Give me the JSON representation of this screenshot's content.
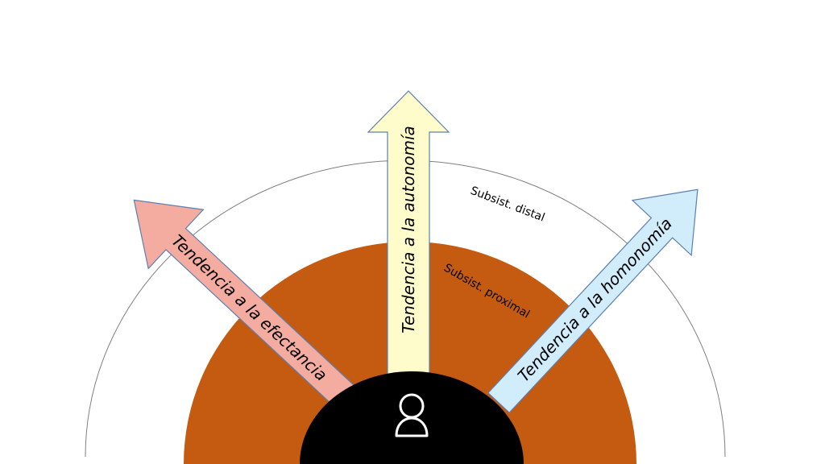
{
  "rings": {
    "distal": {
      "label": "Subsist. distal",
      "stroke": "#7f7f7f"
    },
    "proximal": {
      "label": "Subsist. proximal",
      "fill": "#c55a11"
    },
    "core": {
      "fill": "#000000"
    }
  },
  "arrows": {
    "left": {
      "label": "Tendencia a la efectancia",
      "fill": "#f4aba0",
      "stroke": "#5b7fb4"
    },
    "center": {
      "label": "Tendencia a la autonomía",
      "fill": "#fffccb",
      "stroke": "#5b7fb4"
    },
    "right": {
      "label": "Tendencia a la homonomía",
      "fill": "#d1ecfb",
      "stroke": "#5b7fb4"
    }
  },
  "person_icon": {
    "name": "person-icon",
    "stroke": "#ffffff",
    "fill": "#000000"
  }
}
